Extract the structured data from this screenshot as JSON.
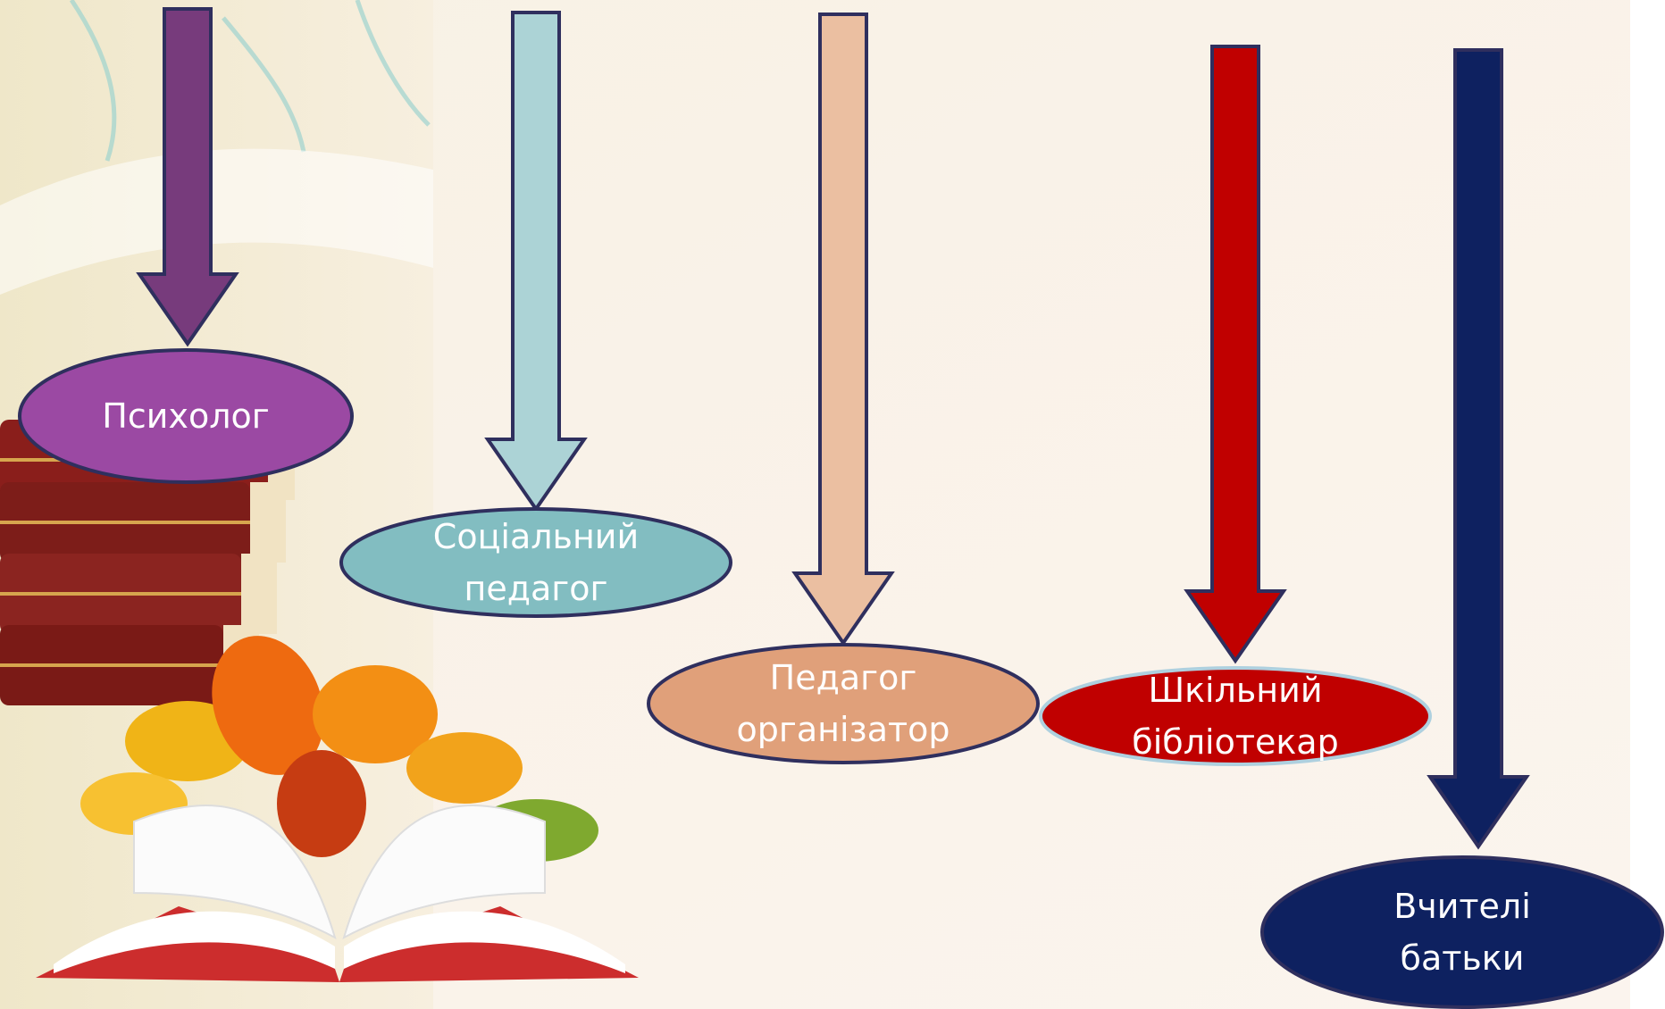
{
  "nodes": [
    {
      "lines": [
        "Психолог"
      ],
      "color": "#9b49a3",
      "arrow_color": "#773b7c",
      "outline": "#2f2f5e"
    },
    {
      "lines": [
        "Соціальний",
        "педагог"
      ],
      "color": "#82bdc1",
      "arrow_color": "#acd3d6",
      "outline": "#2f2f5e"
    },
    {
      "lines": [
        "Педагог",
        "організатор"
      ],
      "color": "#e0a07a",
      "arrow_color": "#ebbfa1",
      "outline": "#2f2f5e"
    },
    {
      "lines": [
        "Шкільний",
        "бібліотекар"
      ],
      "color": "#c00000",
      "arrow_color": "#c00000",
      "outline": "#aed0df"
    },
    {
      "lines": [
        "Вчителі",
        "батьки"
      ],
      "color": "#0e2160",
      "arrow_color": "#0e2160",
      "outline": "#2f2f5e"
    }
  ]
}
